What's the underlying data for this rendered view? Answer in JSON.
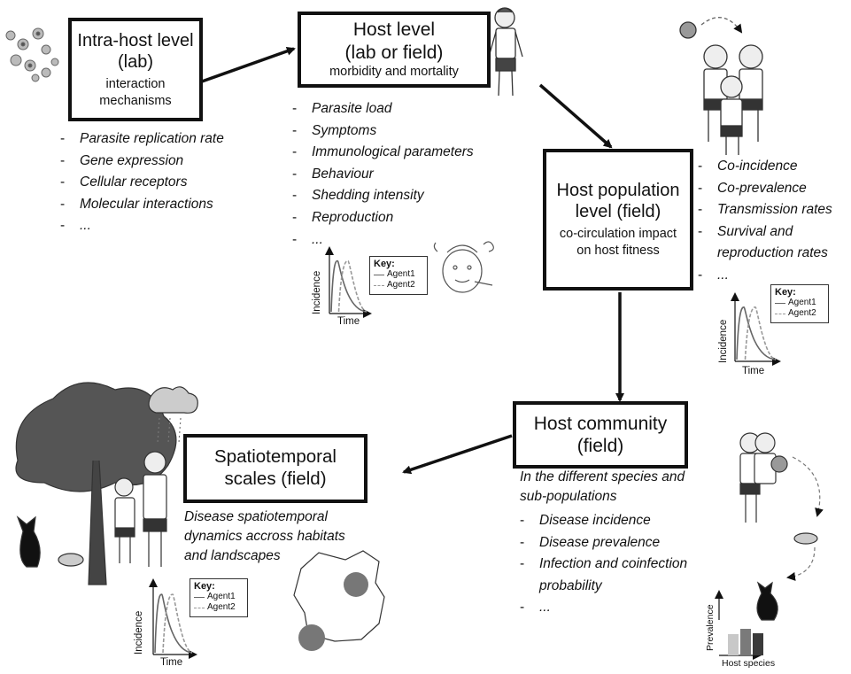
{
  "boxes": {
    "intra": {
      "title": "Intra-host level (lab)",
      "sub": "interaction mechanisms"
    },
    "host": {
      "title1": "Host level",
      "title2": "(lab or field)",
      "sub": "morbidity and mortality"
    },
    "pop": {
      "title": "Host population level (field)",
      "sub": "co-circulation impact on host fitness"
    },
    "community": {
      "title1": "Host community",
      "title2": "(field)"
    },
    "spatial": {
      "title": "Spatiotemporal scales (field)"
    }
  },
  "intra_list": [
    "Parasite replication rate",
    "Gene expression",
    "Cellular receptors",
    "Molecular interactions",
    "..."
  ],
  "host_list": [
    "Parasite load",
    "Symptoms",
    "Immunological parameters",
    "Behaviour",
    "Shedding intensity",
    "Reproduction",
    "..."
  ],
  "pop_list": [
    "Co-incidence",
    "Co-prevalence",
    "Transmission rates",
    "Survival and",
    "reproduction rates",
    "..."
  ],
  "community": {
    "intro": "In the different species and sub-populations",
    "items": [
      "Disease incidence",
      "Disease prevalence",
      "Infection and coinfection",
      "probability",
      "..."
    ]
  },
  "spatial_text": "Disease spatiotemporal dynamics accross habitats and landscapes",
  "incidence_plot": {
    "y": "Incidence",
    "x": "Time",
    "key_title": "Key:",
    "series": [
      "Agent1",
      "Agent2"
    ]
  },
  "prevalence_plot": {
    "y": "Prevalence",
    "x": "Host species"
  },
  "colors": {
    "frame": "#111111",
    "agent1": "#666666",
    "agent2": "#999999",
    "bar1": "#c8c8c8",
    "bar2": "#7a7a7a",
    "bar3": "#3a3a3a"
  }
}
